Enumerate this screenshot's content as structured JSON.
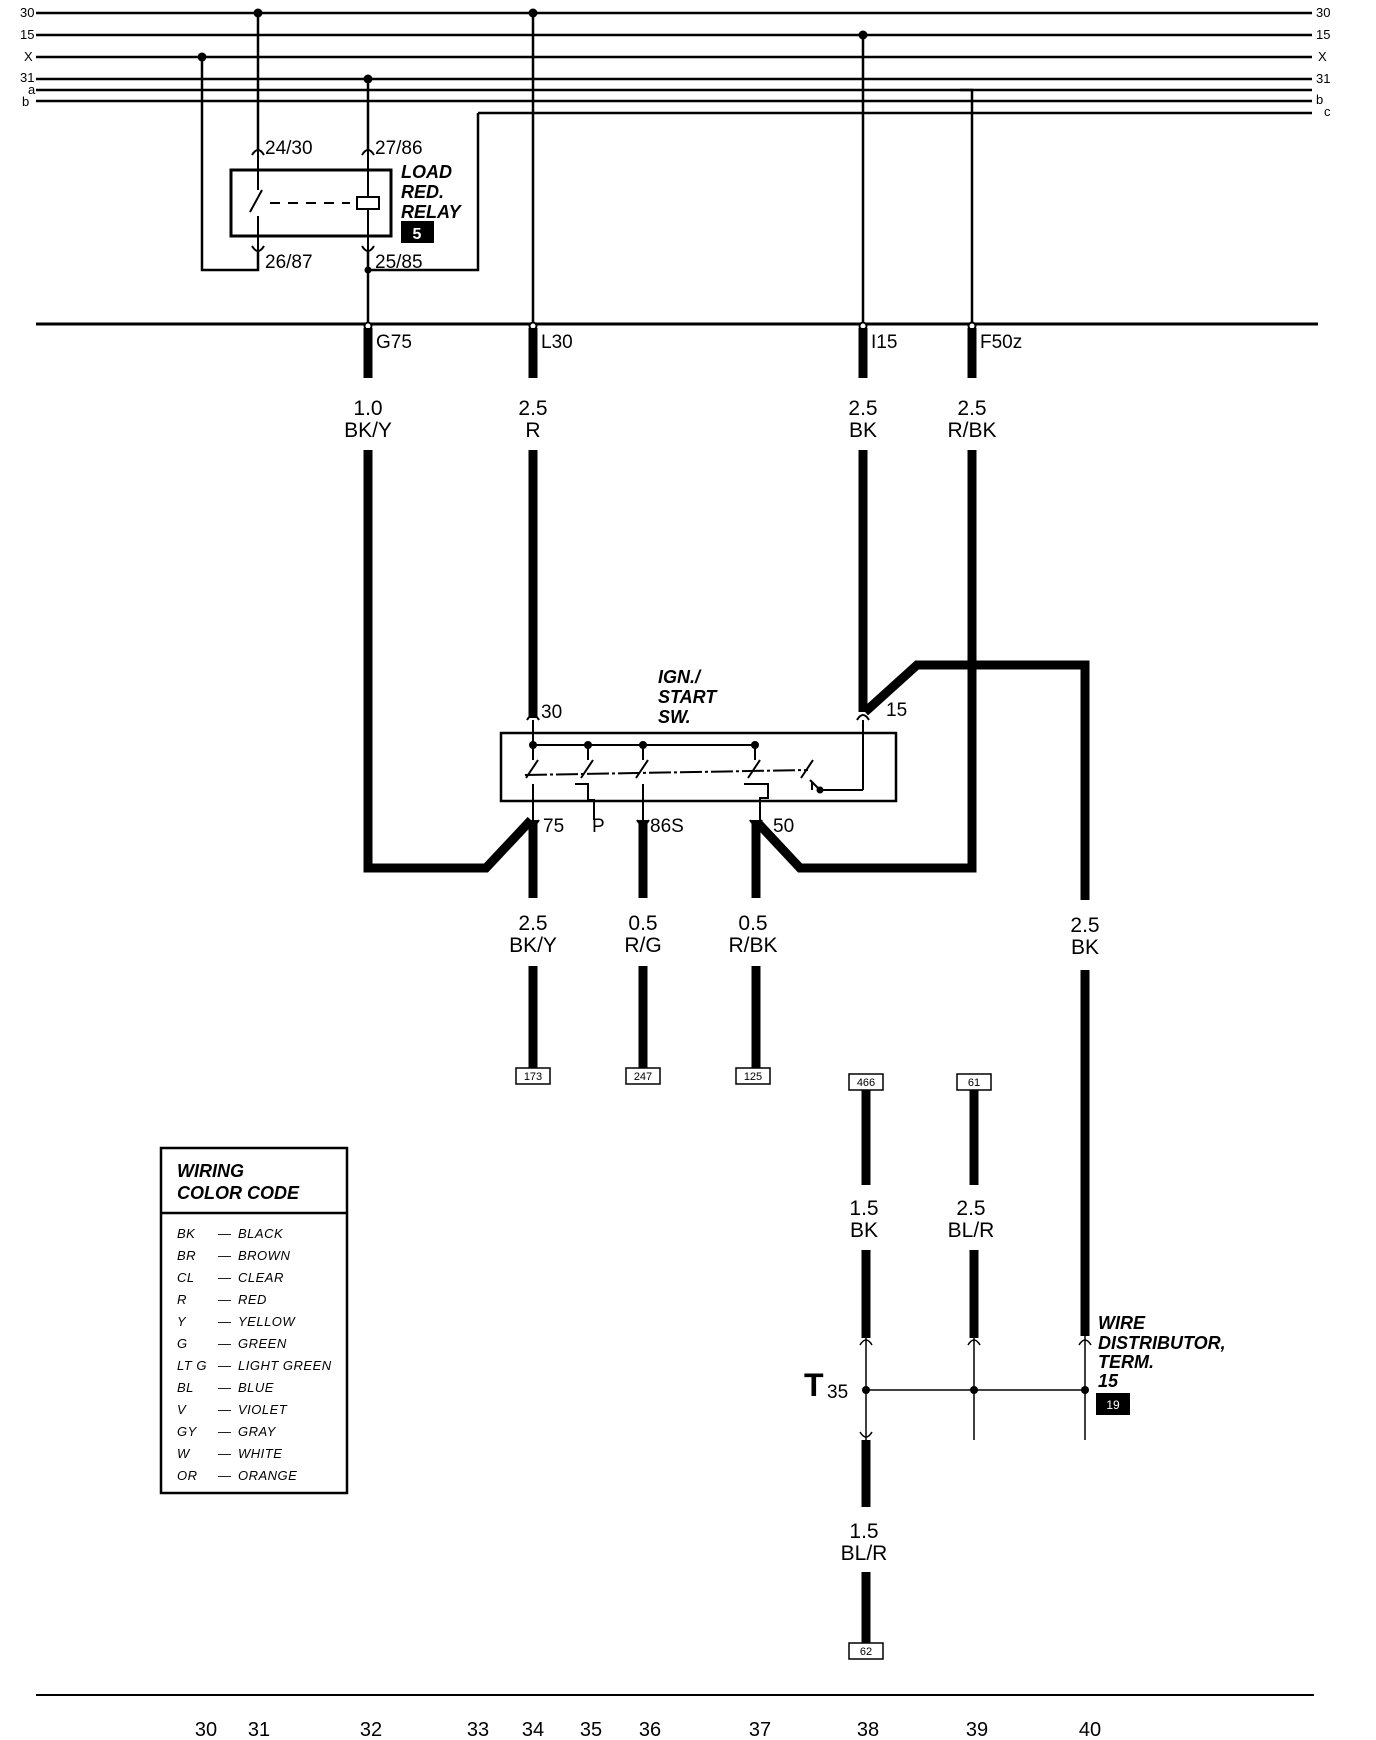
{
  "bus_left": [
    "30",
    "15",
    "X",
    "31",
    "a",
    "b"
  ],
  "bus_right": [
    "30",
    "15",
    "X",
    "31",
    "b",
    "c"
  ],
  "relay": {
    "pin_top_left": "24/30",
    "pin_top_right": "27/86",
    "pin_bottom_left": "26/87",
    "pin_bottom_right": "25/85",
    "title": [
      "LOAD",
      "RED.",
      "RELAY"
    ],
    "number": "5"
  },
  "connectors": [
    "G75",
    "L30",
    "I15",
    "F50z"
  ],
  "upper_wires": [
    {
      "gauge": "1.0",
      "color": "BK/Y"
    },
    {
      "gauge": "2.5",
      "color": "R"
    },
    {
      "gauge": "2.5",
      "color": "BK"
    },
    {
      "gauge": "2.5",
      "color": "R/BK"
    }
  ],
  "switch": {
    "title": [
      "IGN./",
      "START",
      "SW."
    ],
    "pin_30": "30",
    "pin_15": "15",
    "pin_75": "75",
    "pin_P": "P",
    "pin_86S": "86S",
    "pin_50": "50"
  },
  "lower_wires": [
    {
      "gauge": "2.5",
      "color": "BK/Y",
      "ref": "173"
    },
    {
      "gauge": "0.5",
      "color": "R/G",
      "ref": "247"
    },
    {
      "gauge": "0.5",
      "color": "R/BK",
      "ref": "125"
    },
    {
      "gauge": "2.5",
      "color": "BK"
    }
  ],
  "t35": {
    "label": "T",
    "sub": "35",
    "wire_a": {
      "gauge": "1.5",
      "color": "BK",
      "ref": "466"
    },
    "wire_b": {
      "gauge": "2.5",
      "color": "BL/R",
      "ref": "61"
    },
    "wire_c": {
      "gauge": "1.5",
      "color": "BL/R",
      "ref": "62"
    }
  },
  "distributor": {
    "title": [
      "WIRE",
      "DISTRIBUTOR,",
      "TERM.",
      "15"
    ],
    "number": "19"
  },
  "legend": {
    "title": [
      "WIRING",
      "COLOR CODE"
    ],
    "rows": [
      {
        "code": "BK",
        "name": "BLACK"
      },
      {
        "code": "BR",
        "name": "BROWN"
      },
      {
        "code": "CL",
        "name": "CLEAR"
      },
      {
        "code": "R",
        "name": "RED"
      },
      {
        "code": "Y",
        "name": "YELLOW"
      },
      {
        "code": "G",
        "name": "GREEN"
      },
      {
        "code": "LT G",
        "name": "LIGHT GREEN"
      },
      {
        "code": "BL",
        "name": "BLUE"
      },
      {
        "code": "V",
        "name": "VIOLET"
      },
      {
        "code": "GY",
        "name": "GRAY"
      },
      {
        "code": "W",
        "name": "WHITE"
      },
      {
        "code": "OR",
        "name": "ORANGE"
      }
    ]
  },
  "column_numbers": [
    "30",
    "31",
    "32",
    "33",
    "34",
    "35",
    "36",
    "37",
    "38",
    "39",
    "40"
  ]
}
